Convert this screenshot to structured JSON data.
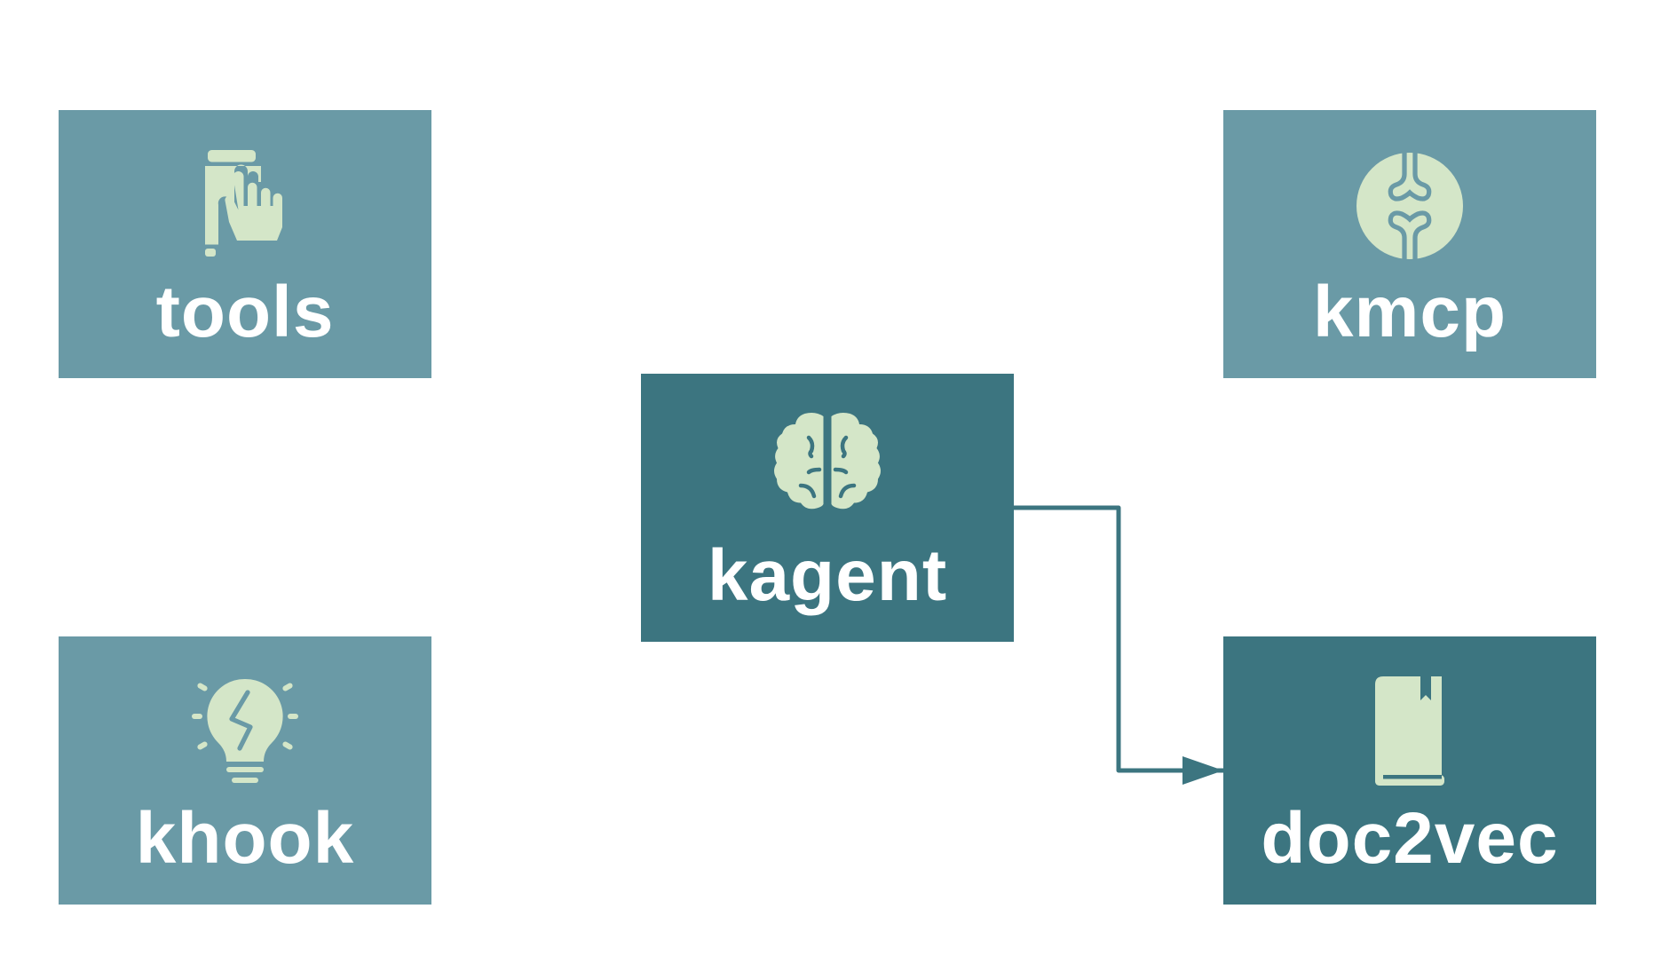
{
  "colors": {
    "node_light": "#6a9aa6",
    "node_dark": "#3c7580",
    "icon_fill": "#d4e6c8",
    "label_text": "#ffffff",
    "edge": "#3c7580"
  },
  "nodes": {
    "tools": {
      "label": "tools",
      "icon": "touch-hand-icon"
    },
    "kmcp": {
      "label": "kmcp",
      "icon": "connector-icon"
    },
    "kagent": {
      "label": "kagent",
      "icon": "brain-icon"
    },
    "khook": {
      "label": "khook",
      "icon": "lightbulb-icon"
    },
    "doc2vec": {
      "label": "doc2vec",
      "icon": "book-icon"
    }
  },
  "edges": [
    {
      "from": "kagent",
      "to": "doc2vec"
    }
  ]
}
